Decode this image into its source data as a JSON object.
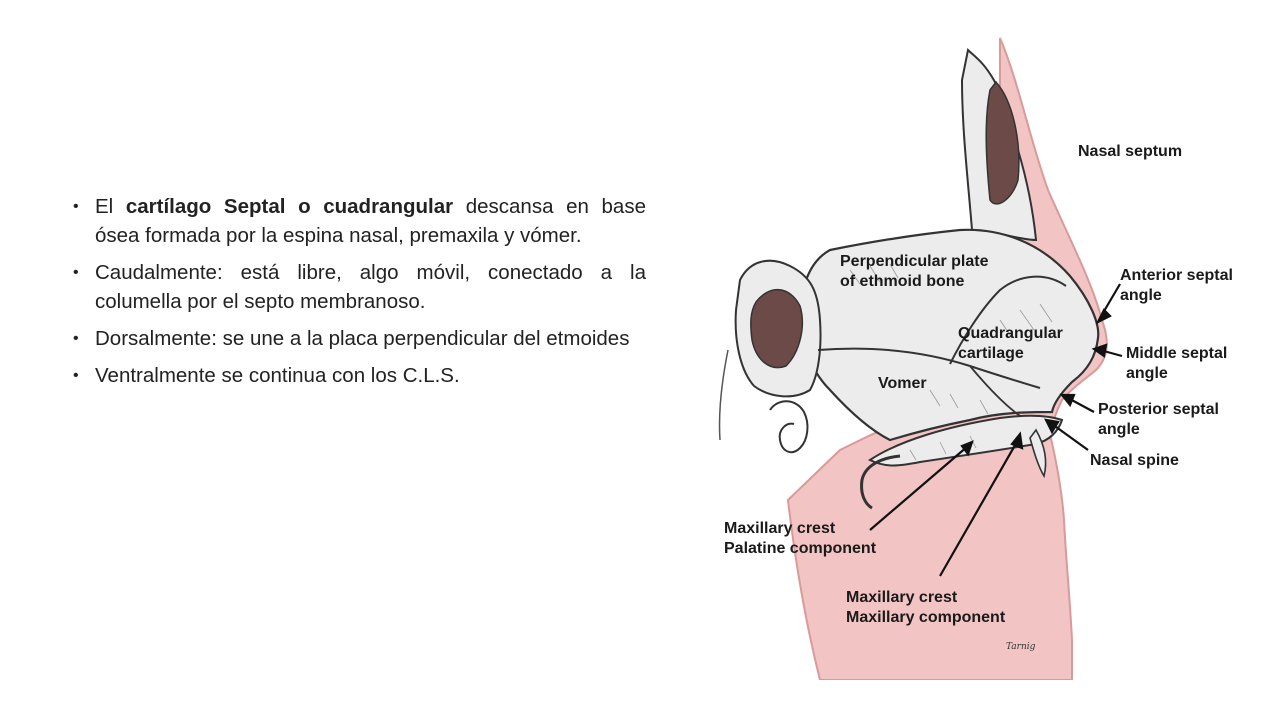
{
  "bullets": [
    {
      "parts": [
        {
          "text": "El ",
          "bold": false
        },
        {
          "text": "cartílago Septal o cuadrangular",
          "bold": true
        },
        {
          "text": " descansa en base ósea formada por la espina nasal, premaxila y vómer.",
          "bold": false
        }
      ]
    },
    {
      "parts": [
        {
          "text": "Caudalmente: está libre, algo móvil, conectado a la columella por el septo membranoso.",
          "bold": false
        }
      ]
    },
    {
      "parts": [
        {
          "text": "Dorsalmente: se une a la placa perpendicular del etmoides",
          "bold": false
        }
      ]
    },
    {
      "parts": [
        {
          "text": "Ventralmente se continua con los C.L.S.",
          "bold": false
        }
      ]
    }
  ],
  "diagram": {
    "labels": {
      "nasal_septum": "Nasal septum",
      "perpendicular_plate_1": "Perpendicular plate",
      "perpendicular_plate_2": "of ethmoid bone",
      "quadrangular_1": "Quadrangular",
      "quadrangular_2": "cartilage",
      "vomer": "Vomer",
      "anterior_septal_1": "Anterior septal",
      "anterior_septal_2": "angle",
      "middle_septal_1": "Middle septal",
      "middle_septal_2": "angle",
      "posterior_septal_1": "Posterior septal",
      "posterior_septal_2": "angle",
      "nasal_spine": "Nasal spine",
      "maxillary_crest_palatine_1": "Maxillary crest",
      "maxillary_crest_palatine_2": "Palatine component",
      "maxillary_crest_maxillary_1": "Maxillary crest",
      "maxillary_crest_maxillary_2": "Maxillary component"
    },
    "signature": "Tarnig",
    "colors": {
      "skin": "#f2c4c4",
      "skin_edge": "#d99a9a",
      "bone": "#ececec",
      "sinus": "#6b4a48",
      "outline": "#333333"
    }
  }
}
